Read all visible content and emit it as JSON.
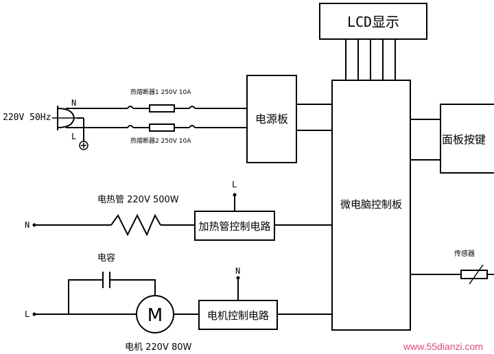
{
  "blocks": {
    "lcd": "LCD显示",
    "power_board": "电源板",
    "mcu_board": "微电脑控制板",
    "panel_keys": "面板按键",
    "heater_ctrl": "加热管控制电路",
    "motor_ctrl": "电机控制电路"
  },
  "labels": {
    "supply": "220V 50Hz",
    "n_top": "N",
    "l_top": "L",
    "fuse1": "热熔断器1 250V 10A",
    "fuse2": "热熔断器2 250V 10A",
    "heater": "电热管 220V 500W",
    "heater_n": "N",
    "heater_ctrl_l": "L",
    "capacitor": "电容",
    "motor_l": "L",
    "motor_ctrl_n": "N",
    "motor_symbol": "M",
    "motor": "电机 220V 80W",
    "sensor": "传感器",
    "watermark": "www.55dianzi.com"
  },
  "colors": {
    "line": "#000000",
    "watermark": "#e0457a"
  }
}
